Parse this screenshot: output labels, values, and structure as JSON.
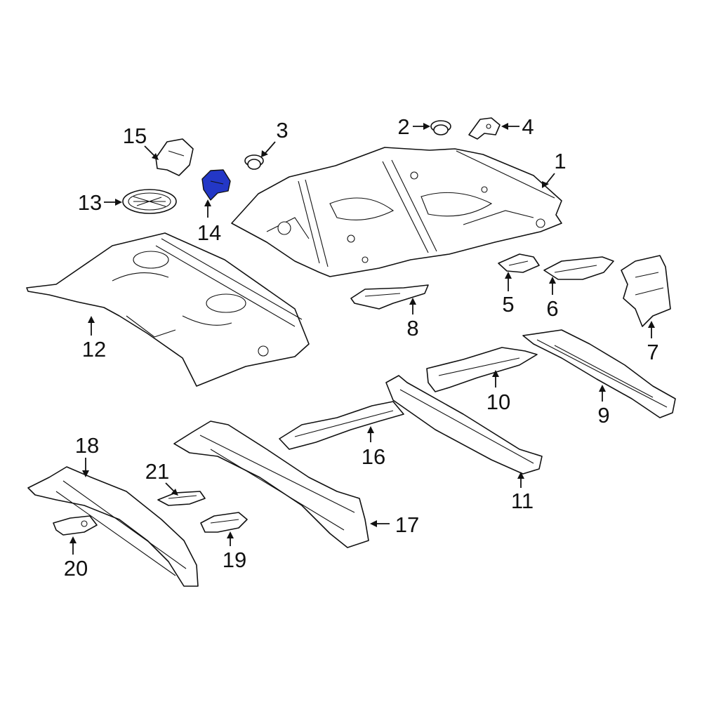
{
  "highlight_color": "#2337c6",
  "callouts": [
    {
      "id": "1",
      "label": "1"
    },
    {
      "id": "2",
      "label": "2"
    },
    {
      "id": "3",
      "label": "3"
    },
    {
      "id": "4",
      "label": "4"
    },
    {
      "id": "5",
      "label": "5"
    },
    {
      "id": "6",
      "label": "6"
    },
    {
      "id": "7",
      "label": "7"
    },
    {
      "id": "8",
      "label": "8"
    },
    {
      "id": "9",
      "label": "9"
    },
    {
      "id": "10",
      "label": "10"
    },
    {
      "id": "11",
      "label": "11"
    },
    {
      "id": "12",
      "label": "12"
    },
    {
      "id": "13",
      "label": "13"
    },
    {
      "id": "14",
      "label": "14"
    },
    {
      "id": "15",
      "label": "15"
    },
    {
      "id": "16",
      "label": "16"
    },
    {
      "id": "17",
      "label": "17"
    },
    {
      "id": "18",
      "label": "18"
    },
    {
      "id": "19",
      "label": "19"
    },
    {
      "id": "20",
      "label": "20"
    },
    {
      "id": "21",
      "label": "21"
    }
  ]
}
